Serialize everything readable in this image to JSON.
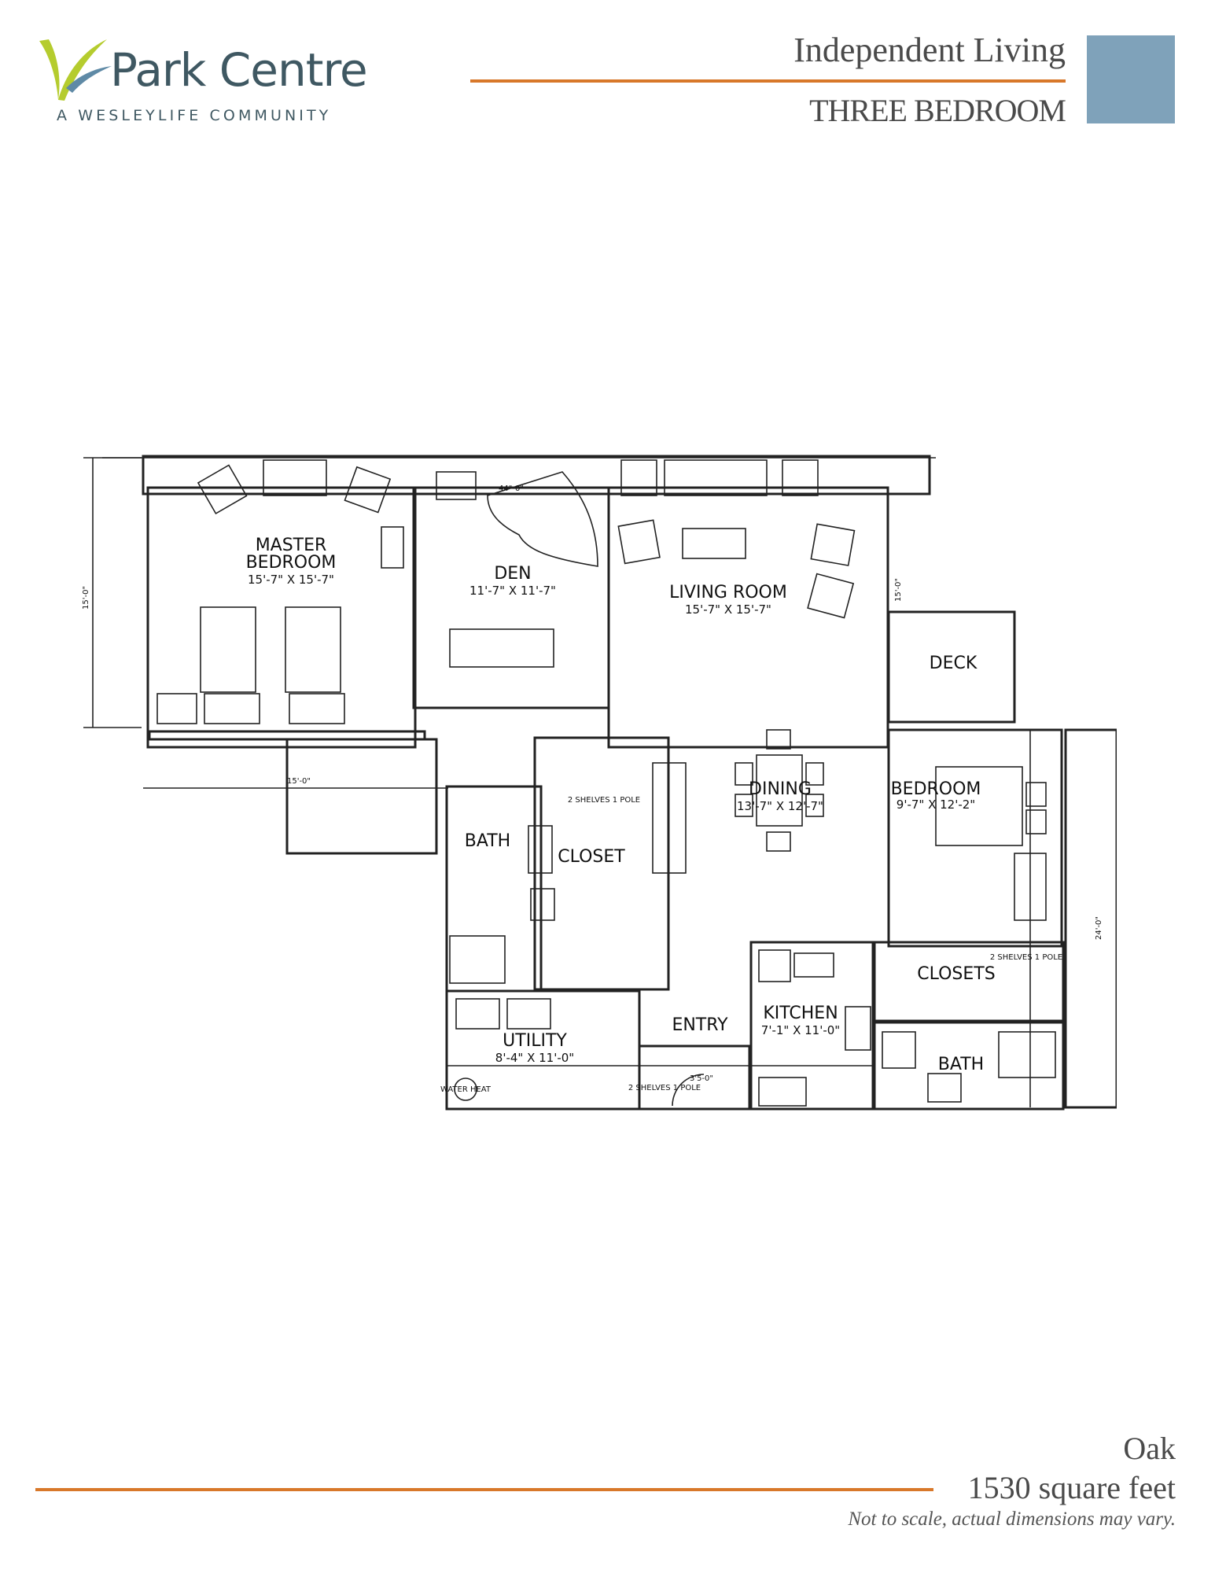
{
  "header": {
    "logo_name": "Park Centre",
    "logo_tagline": "A WESLEYLIFE COMMUNITY",
    "title": "Independent Living",
    "subtitle": "THREE BEDROOM"
  },
  "colors": {
    "accent_orange": "#d8782a",
    "accent_blue": "#7fa2ba",
    "logo_green": "#b5cc2e",
    "logo_blue": "#5f8aa6",
    "logo_text": "#3f5862"
  },
  "floor_plan": {
    "rooms": {
      "master_bedroom": {
        "name_line1": "MASTER",
        "name_line2": "BEDROOM",
        "size": "15'-7\" X 15'-7\""
      },
      "den": {
        "name": "DEN",
        "size": "11'-7\" X 11'-7\""
      },
      "living_room": {
        "name": "LIVING ROOM",
        "size": "15'-7\" X 15'-7\""
      },
      "deck": {
        "name": "DECK"
      },
      "dining": {
        "name": "DINING",
        "size": "13'-7\" X 12'-7\""
      },
      "bedroom": {
        "name": "BEDROOM",
        "size": "9'-7\" X 12'-2\""
      },
      "bath1": {
        "name": "BATH"
      },
      "closet": {
        "name": "CLOSET"
      },
      "closets": {
        "name": "CLOSETS"
      },
      "kitchen": {
        "name": "KITCHEN",
        "size": "7'-1\" X 11'-0\""
      },
      "utility": {
        "name": "UTILITY",
        "size": "8'-4\" X 11'-0\""
      },
      "entry": {
        "name": "ENTRY"
      },
      "bath2": {
        "name": "BATH"
      }
    },
    "dimensions": {
      "left_height": "15'-0\"",
      "master_width": "15'-0\"",
      "living_right": "15'-0\"",
      "right_height": "24'-0\"",
      "entry_width": "3'5-0\"",
      "den_piano": "44\"-0\""
    },
    "notes": {
      "closet_shelves": "2 SHELVES 1 POLE",
      "entry_shelves": "2 SHELVES 1 POLE",
      "closets_shelves": "2 SHELVES 1 POLE",
      "water_heater": "WATER HEAT"
    }
  },
  "footer": {
    "plan_name": "Oak",
    "square_feet": "1530 square feet",
    "disclaimer": "Not to scale, actual dimensions may vary."
  }
}
